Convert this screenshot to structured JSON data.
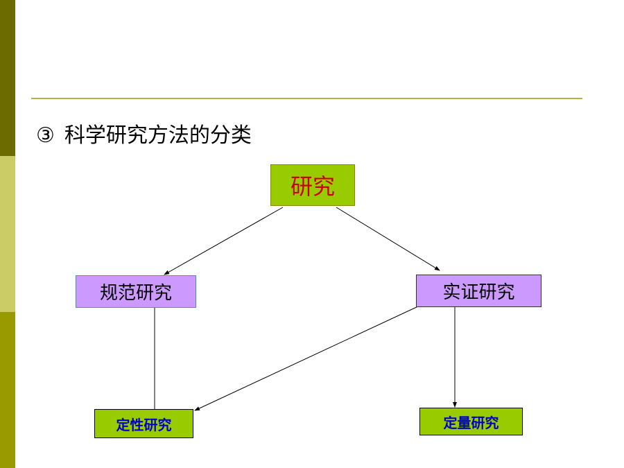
{
  "slide": {
    "heading_num": "③",
    "heading_text": "科学研究方法的分类"
  },
  "diagram": {
    "root": "研究",
    "normative": "规范研究",
    "empirical": "实证研究",
    "qualitative": "定性研究",
    "quantitative": "定量研究"
  },
  "colors": {
    "sidebar_dark": "#6b6b00",
    "sidebar_light": "#cccc66",
    "sidebar_mid": "#999900",
    "rule": "#b2b24c",
    "green_box": "#99cc00",
    "purple_box": "#cc99ff",
    "root_text": "#cc0000",
    "leaf_text": "#0000cc"
  }
}
